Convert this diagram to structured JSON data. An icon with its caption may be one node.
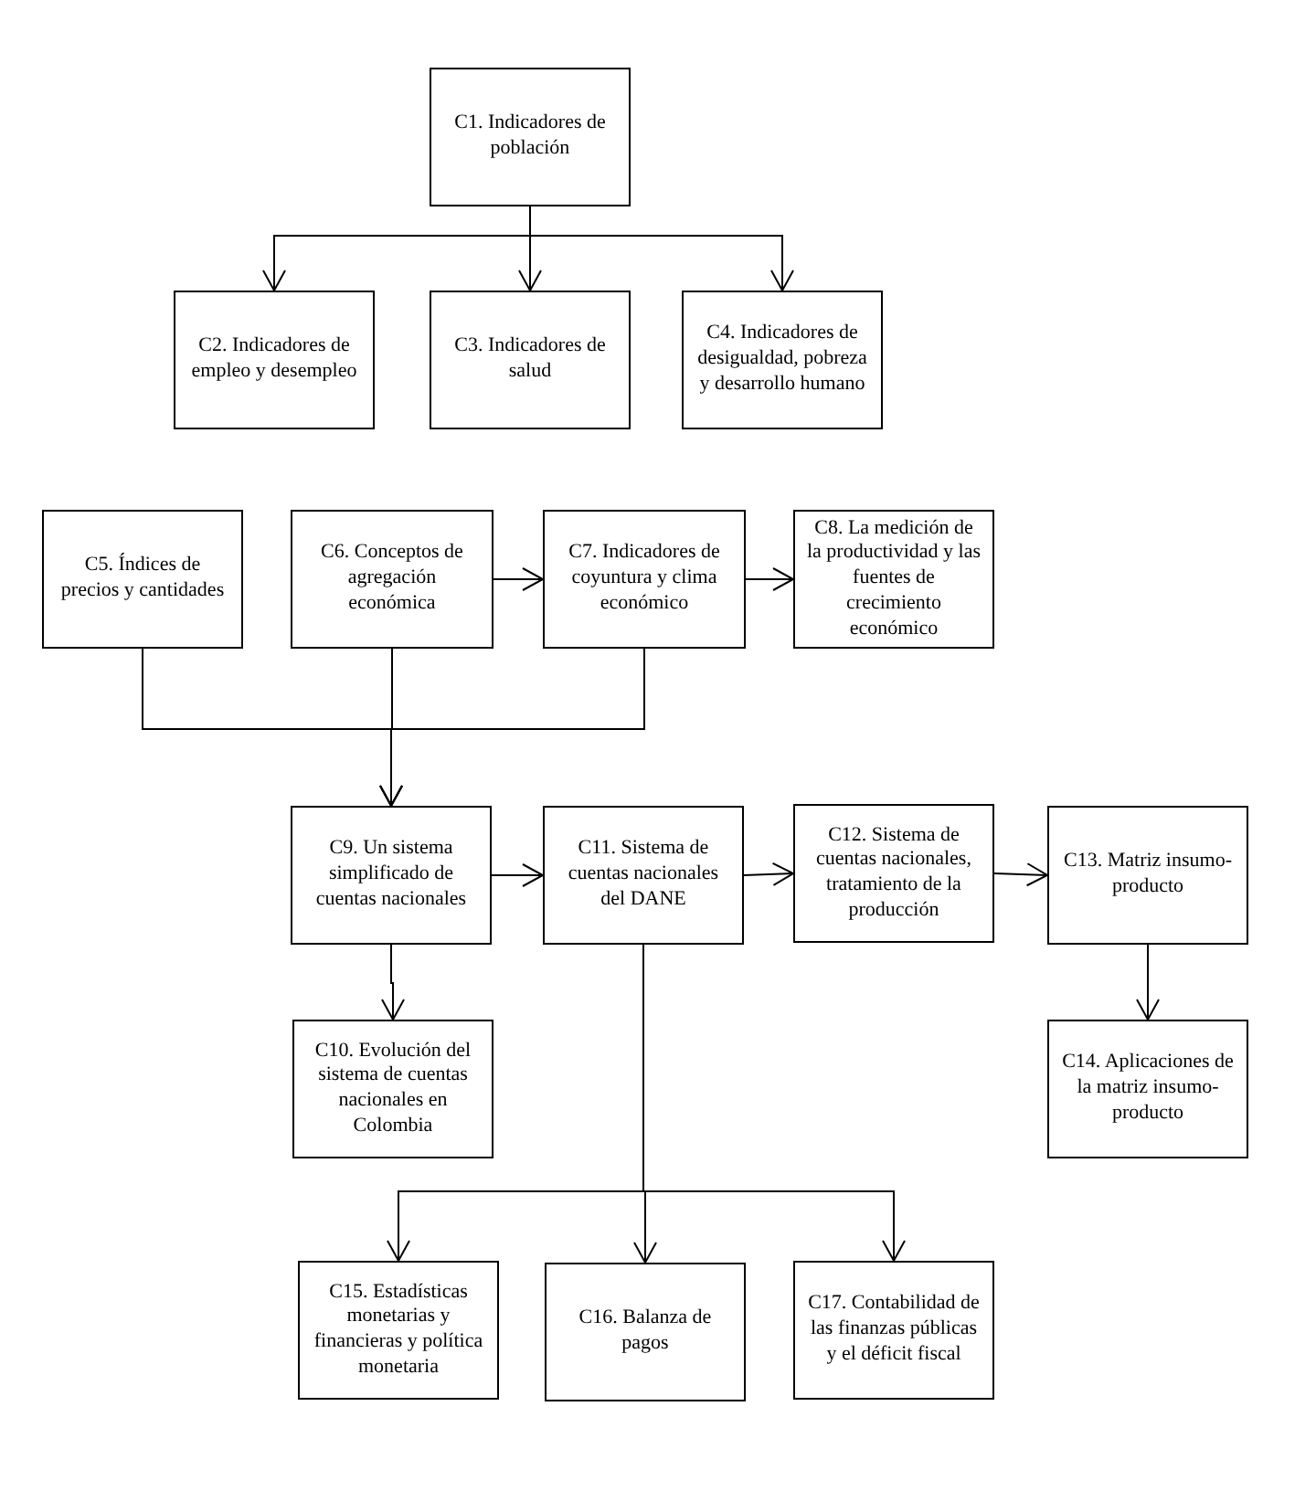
{
  "diagram": {
    "nodes": [
      {
        "text": [
          "C1. Indicadores de población"
        ]
      },
      {
        "text": [
          "C2. Indicadores de empleo y desempleo"
        ]
      },
      {
        "text": [
          "C3. Indicadores de salud"
        ]
      },
      {
        "text": [
          "C4. Indicadores de desigualdad, pobreza y desarrollo humano"
        ]
      },
      {
        "text": [
          "C5. Índices de precios y cantidades"
        ]
      },
      {
        "text": [
          "C6. Conceptos de agregación económica"
        ]
      },
      {
        "text": [
          "C7. Indicadores de coyuntura y clima económico"
        ]
      },
      {
        "text": [
          "C8. La medición de la productividad y las fuentes de crecimiento económico"
        ]
      },
      {
        "text": [
          "C9. Un sistema simplificado de cuentas nacionales"
        ]
      },
      {
        "text": [
          "C11. Sistema de cuentas nacionales del DANE"
        ]
      },
      {
        "text": [
          "C12. Sistema de cuentas nacionales, tratamiento de la producción"
        ]
      },
      {
        "text": [
          "C13. Matriz insumo-producto"
        ]
      },
      {
        "text": [
          "C10. Evolución del sistema de cuentas nacionales en Colombia"
        ]
      },
      {
        "text": [
          "C14. Aplicaciones de la matriz insumo-producto"
        ]
      },
      {
        "text": [
          "C15. Estadísticas monetarias y financieras y política monetaria"
        ]
      },
      {
        "text": [
          "C16. Balanza de pagos"
        ]
      },
      {
        "text": [
          "C17. Contabilidad de las finanzas públicas y el déficit fiscal"
        ]
      }
    ],
    "edges": [
      {
        "from": 0,
        "to": 1,
        "arrow": "to"
      },
      {
        "from": 0,
        "to": 2,
        "arrow": "to"
      },
      {
        "from": 0,
        "to": 3,
        "arrow": "to"
      },
      {
        "from": 5,
        "to": 6,
        "arrow": "to"
      },
      {
        "from": 6,
        "to": 7,
        "arrow": "to"
      },
      {
        "from": 4,
        "to": 8,
        "arrow": "to"
      },
      {
        "from": 5,
        "to": 8,
        "arrow": "to"
      },
      {
        "from": 6,
        "to": 8,
        "arrow": "to"
      },
      {
        "from": 8,
        "to": 9,
        "arrow": "to"
      },
      {
        "from": 9,
        "to": 10,
        "arrow": "to"
      },
      {
        "from": 10,
        "to": 11,
        "arrow": "to"
      },
      {
        "from": 8,
        "to": 12,
        "arrow": "to"
      },
      {
        "from": 11,
        "to": 13,
        "arrow": "to"
      },
      {
        "from": 9,
        "to": 14,
        "arrow": "to"
      },
      {
        "from": 9,
        "to": 15,
        "arrow": "to"
      },
      {
        "from": 9,
        "to": 16,
        "arrow": "to"
      }
    ]
  }
}
